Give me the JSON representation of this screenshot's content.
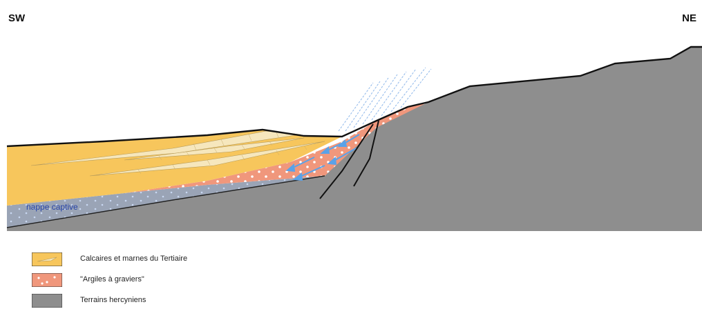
{
  "labels": {
    "southwest": "SW",
    "northeast": "NE",
    "aquifer": "nappe captive"
  },
  "legend": [
    {
      "label": "Calcaires et marnes du Tertiaire",
      "color": "#f7c65c"
    },
    {
      "label": "\"Argiles à graviers\"",
      "color": "#f0977c"
    },
    {
      "label": "Terrains hercyniens",
      "color": "#8e8e8e"
    }
  ],
  "colors": {
    "tertiary": "#f7c65c",
    "gravel_clay": "#f0977c",
    "hercynian": "#8e8e8e",
    "captive_aquifer": "#9aa4b6",
    "limestone_bands": "#f6e7bd",
    "flow_arrows": "#5aa2e8",
    "rain": "#8fb8ea"
  },
  "icons": {
    "rain": "rain-streaks-icon",
    "flow": "groundwater-flow-arrows-icon",
    "fault": "fault-line-icon"
  }
}
